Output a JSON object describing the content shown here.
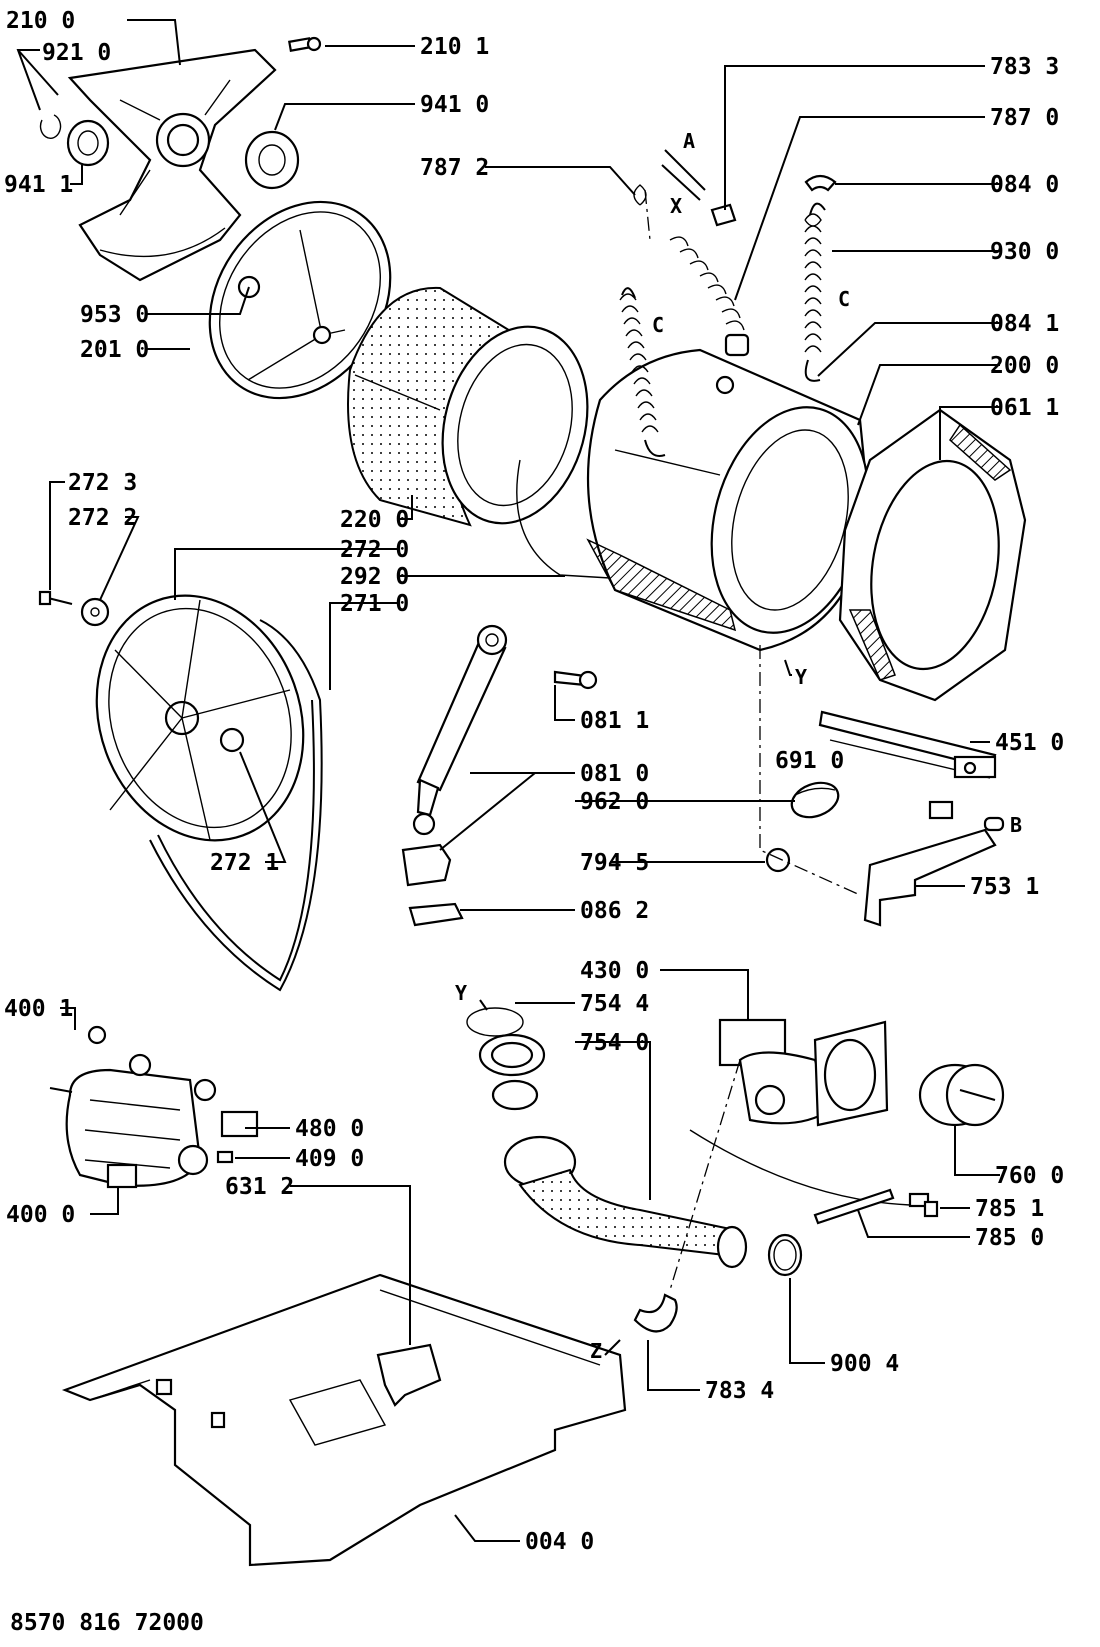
{
  "labels": {
    "l2100": "210 0",
    "l9210": "921 0",
    "l2101": "210 1",
    "l9410": "941 0",
    "l9411": "941 1",
    "l9530": "953 0",
    "l2010": "201 0",
    "l7833": "783 3",
    "l7870": "787 0",
    "l7872": "787 2",
    "l0840": "084 0",
    "l9300": "930 0",
    "l0841": "084 1",
    "l2000": "200 0",
    "l0611": "061 1",
    "l2723": "272 3",
    "l2722": "272 2",
    "l2200": "220 0",
    "l2720": "272 0",
    "l2920": "292 0",
    "l2710": "271 0",
    "l0811": "081 1",
    "l4510": "451 0",
    "l6910": "691 0",
    "l0810": "081 0",
    "l9620": "962 0",
    "l2721": "272 1",
    "l7945": "794 5",
    "l7531": "753 1",
    "l0862": "086 2",
    "l4300": "430 0",
    "l4001": "400 1",
    "l7544": "754 4",
    "l7540": "754 0",
    "l4800": "480 0",
    "l4090": "409 0",
    "l6312": "631 2",
    "l4000": "400 0",
    "l7600": "760 0",
    "l7851": "785 1",
    "l7850": "785 0",
    "l9004": "900 4",
    "l7834": "783 4",
    "l0040": "004 0"
  },
  "letters": {
    "a": "A",
    "x": "X",
    "c1": "C",
    "c2": "C",
    "y1": "Y",
    "b": "B",
    "y2": "Y",
    "z": "Z"
  },
  "document_code": "8570 816 72000"
}
